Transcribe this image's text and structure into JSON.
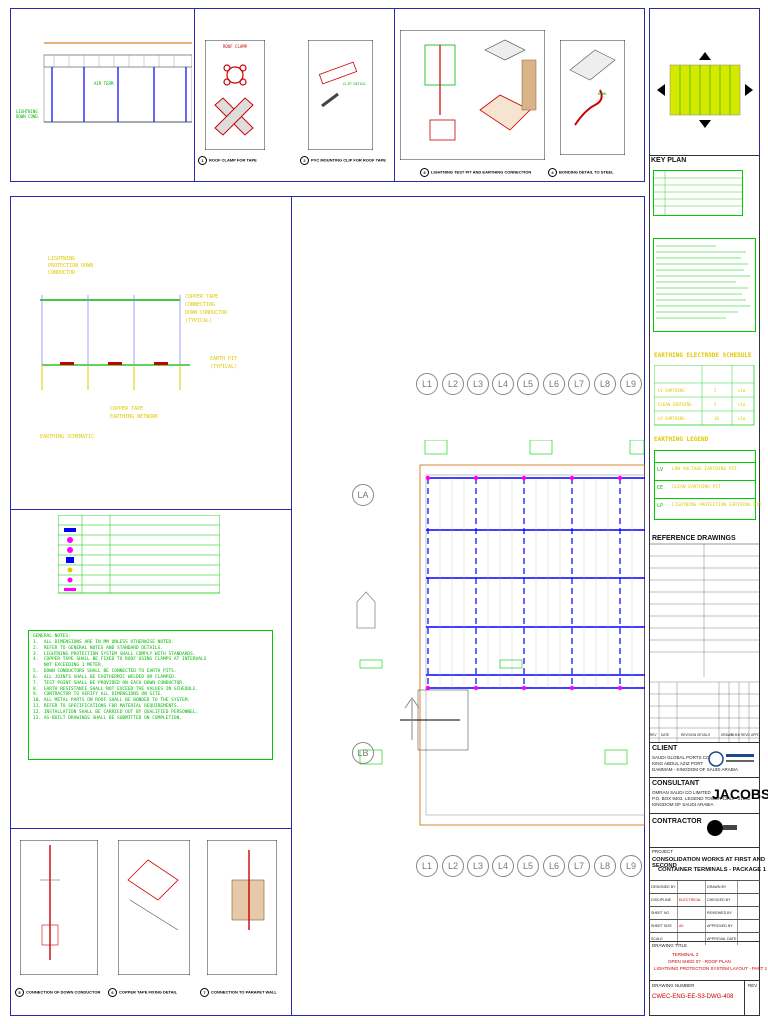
{
  "key_plan": {
    "label": "KEY PLAN"
  },
  "reference_drawings": {
    "label": "REFERENCE DRAWINGS"
  },
  "revision_header": [
    "REV",
    "DATE",
    "REVISION DETAILS",
    "DRAWN",
    "CHKD",
    "REVD",
    "APPD"
  ],
  "client": {
    "label": "CLIENT",
    "name": "SAUDI GLOBAL PORTS CO.",
    "addr1": "KING ABDUL AZIZ PORT",
    "addr2": "DAMMAM - KINGDOM OF SAUDI ARABIA"
  },
  "consultant": {
    "label": "CONSULTANT",
    "name": "JACOBS",
    "addr1": "OMRAN SAUDI CO LIMITED",
    "addr2": "P.O. BOX 9403, LEGEND TOWER 12/14 - 31952",
    "addr3": "KINGDOM OF SAUDI ARABIA"
  },
  "contractor": {
    "label": "CONTRACTOR"
  },
  "project": {
    "label": "PROJECT",
    "title_line1": "CONSOLIDATION WORKS AT FIRST AND SECOND",
    "title_line2": "CONTAINER TERMINALS  - PACKAGE 1"
  },
  "drawing_info": [
    {
      "k": "DESIGNED BY",
      "v": "",
      "k2": "DRAWN BY",
      "v2": ""
    },
    {
      "k": "DISCIPLINE",
      "v": "ELECTRICAL",
      "k2": "CHECKED BY",
      "v2": ""
    },
    {
      "k": "SHEET NO",
      "v": "",
      "k2": "REVIEWED BY",
      "v2": ""
    },
    {
      "k": "SHEET SIZE",
      "v": "A0",
      "k2": "APPROVED BY",
      "v2": ""
    },
    {
      "k": "SCALE",
      "v": "",
      "k2": "APPROVAL DATE",
      "v2": ""
    }
  ],
  "drawing_title": {
    "label": "DRAWING TITLE",
    "line1": "TERMINAL 2",
    "line2": "OPEN SHED 07 - ROOF PLAN",
    "line3": "LIGHTNING PROTECTION SYSTEM LAYOUT - PART 1"
  },
  "drawing_number": {
    "label": "DRAWING NUMBER",
    "value": "CWEC-ENG-EE-S3-DWG-408",
    "rev_label": "REV"
  },
  "panels": {
    "legend_title": "EARTHING ELECTRODE SCHEDULE",
    "legend_title2": "EARTHING LEGEND",
    "legend_rows": [
      {
        "sym": "LV",
        "desc": "LOW VOLTAGE EARTHING PIT"
      },
      {
        "sym": "CE",
        "desc": "CLEAN EARTHING PIT"
      },
      {
        "sym": "LP",
        "desc": "LIGHTNING PROTECTION EARTHING PIT"
      }
    ]
  },
  "grid_top": [
    "L1",
    "L2",
    "L3",
    "L4",
    "L5",
    "L6",
    "L7",
    "L8",
    "L9"
  ],
  "grid_left": [
    "LA",
    "LB"
  ],
  "colors": {
    "frame": "#2a2aa8",
    "green": "#00cc00",
    "yellow": "#e0c800",
    "blue": "#0000ff",
    "magenta": "#ff00ff"
  }
}
